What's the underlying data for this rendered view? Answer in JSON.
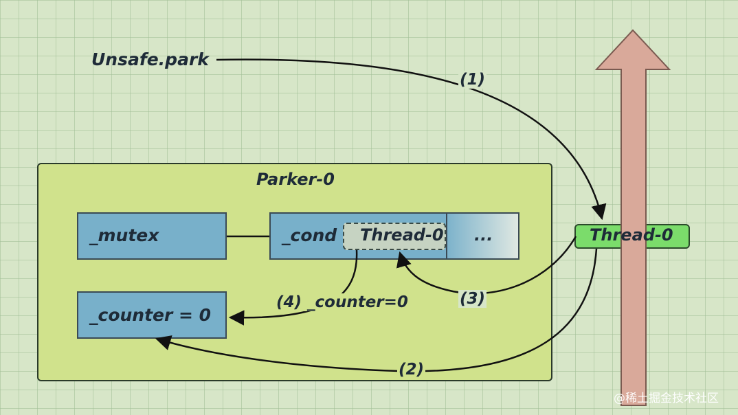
{
  "labels": {
    "unsafe_park": "Unsafe.park",
    "parker": "Parker-0",
    "mutex": "_mutex",
    "cond": "_cond",
    "cond_thread": "Thread-0",
    "ellipsis": "...",
    "counter": "_counter = 0",
    "thread_chip": "Thread-0"
  },
  "steps": {
    "step1": "(1)",
    "step2": "(2)",
    "step3": "(3)",
    "step4": "(4) _counter=0"
  },
  "watermark": "@稀土掘金技术社区",
  "colors": {
    "parker_fill": "#d0e28c",
    "field_fill": "#78b0ca",
    "chip_fill": "#7bdc6b",
    "arrow_fill": "#d9a99a"
  }
}
